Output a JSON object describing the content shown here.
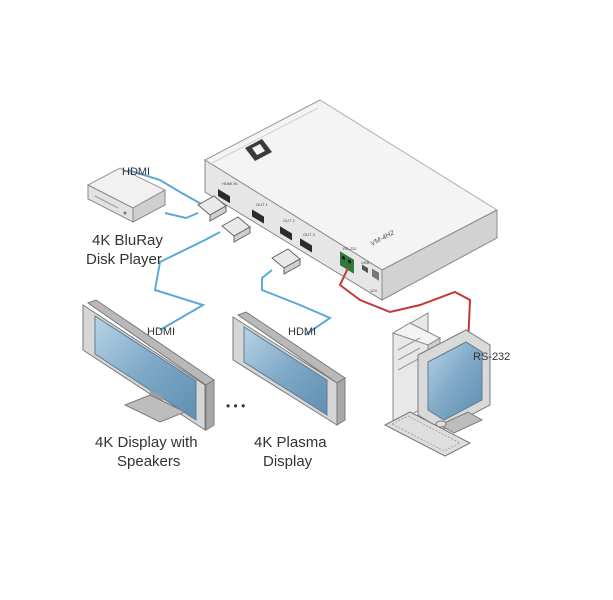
{
  "labels": {
    "hdmi_source": "HDMI",
    "bluray_line1": "4K BluRay",
    "bluray_line2": "Disk Player",
    "hdmi_display1": "HDMI",
    "hdmi_display2": "HDMI",
    "display1_line1": "4K Display with",
    "display1_line2": "Speakers",
    "display2_line1": "4K Plasma",
    "display2_line2": "Display",
    "rs232": "RS-232",
    "ellipsis": "• • •"
  },
  "device": {
    "model": "VM-4H2",
    "ports": [
      "HDMI IN",
      "OUT 1",
      "OUT 2",
      "OUT 3"
    ],
    "rear_labels": [
      "RS-232",
      "USB",
      "12V"
    ]
  },
  "colors": {
    "hdmi_cable": "#5aa9d6",
    "rs232_cable": "#c0393b",
    "device_body": "#f2f2f2",
    "screen": "#8db3cf"
  }
}
